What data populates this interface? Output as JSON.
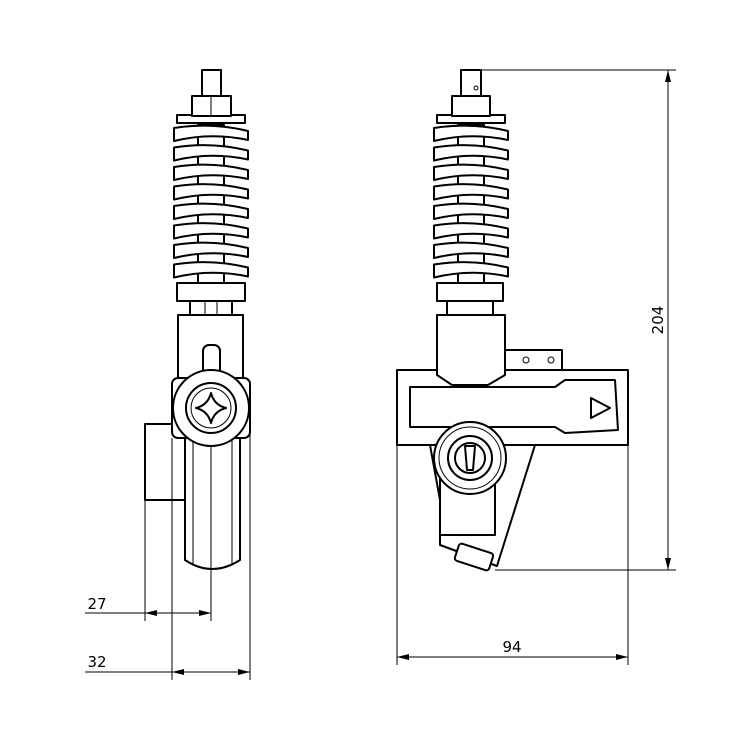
{
  "drawing": {
    "views": [
      "side-view",
      "front-view"
    ],
    "dimensions": {
      "width_27": "27",
      "width_32": "32",
      "width_94": "94",
      "height_204": "204"
    },
    "colors": {
      "line": "#000000",
      "background": "#ffffff"
    }
  }
}
